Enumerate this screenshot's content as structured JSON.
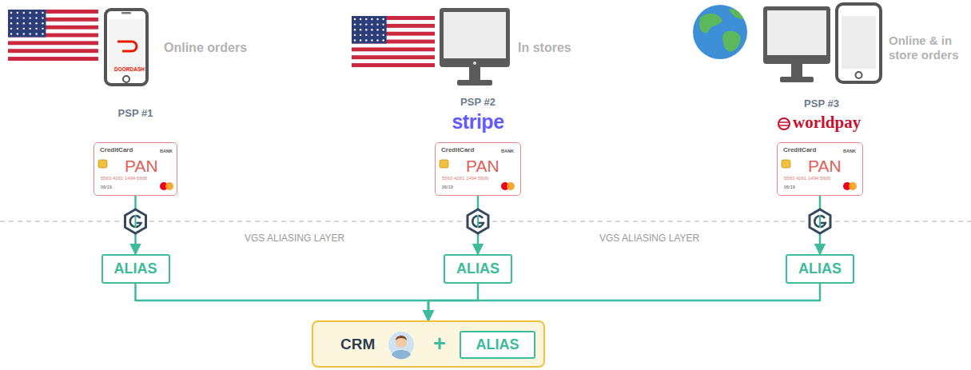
{
  "diagram": {
    "nodes": [
      {
        "text": [
          "DOORDASH"
        ]
      },
      {
        "text": [
          "CreditCard",
          "BANK",
          "PAN",
          "5563 4261 1494 5606",
          "06/19"
        ]
      },
      {
        "text": [
          "CreditCard",
          "BANK",
          "PAN",
          "5563 4261 1494 5606",
          "06/19"
        ]
      },
      {
        "text": [
          "CreditCard",
          "BANK",
          "PAN",
          "5563 4261 1494 5606",
          "06/19"
        ]
      },
      {
        "text": [
          "ALIAS"
        ]
      },
      {
        "text": [
          "ALIAS"
        ]
      },
      {
        "text": [
          "ALIAS"
        ]
      },
      {
        "text": [
          "CRM",
          "+"
        ]
      },
      {
        "text": [
          "ALIAS"
        ],
        "in": 7
      }
    ],
    "edges": [
      {
        "from": 1,
        "to": 4,
        "arrow": "to"
      },
      {
        "from": 2,
        "to": 5,
        "arrow": "to"
      },
      {
        "from": 3,
        "to": 6,
        "arrow": "to"
      },
      {
        "from": 4,
        "to": 7,
        "arrow": "to"
      },
      {
        "from": 5,
        "to": 7,
        "arrow": "to"
      },
      {
        "from": 6,
        "to": 7,
        "arrow": "to"
      }
    ],
    "labels": [
      "Online orders",
      "In stores",
      "Online & in store orders",
      "PSP #1",
      "PSP #2",
      "stripe",
      "PSP #3",
      "worldpay",
      "VGS ALIASING LAYER",
      "VGS ALIASING LAYER"
    ]
  }
}
